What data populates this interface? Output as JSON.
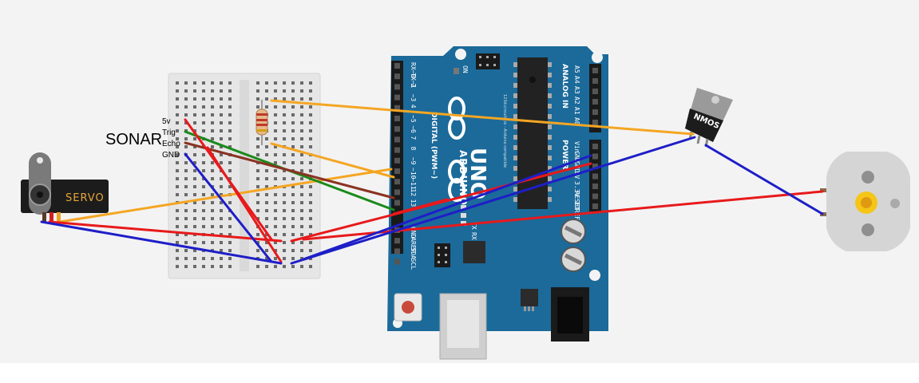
{
  "sonar": {
    "title": "SONAR",
    "pins": [
      "5v",
      "Trig",
      "Echo",
      "GND"
    ]
  },
  "servo": {
    "label": "SERVO"
  },
  "mosfet": {
    "label": "NMOS"
  },
  "arduino": {
    "model": "UNO",
    "brand": "ARDUINO",
    "site": "123d.circuits.io - Arduino compatible",
    "on_label": "ON",
    "digital_header": "DIGITAL (PWM~)",
    "digital_pins": [
      "RX─0",
      "TX─1",
      "2",
      "~3",
      "4",
      "~5",
      "~6",
      "7",
      "8",
      "~9",
      "~10",
      "~11",
      "12",
      "13",
      "GND",
      "AREF",
      "SDA",
      "SCL"
    ],
    "analog_header": "ANALOG IN",
    "analog_pins": [
      "A5",
      "A4",
      "A3",
      "A2",
      "A1",
      "A0"
    ],
    "power_header": "POWER",
    "power_pins": [
      "Vin",
      "GND",
      "GND",
      "5V",
      "3.3V",
      "RESET",
      "IOREF"
    ],
    "leds": [
      "TX",
      "RX"
    ]
  },
  "colors": {
    "wire_red": "#e8191b",
    "wire_blue": "#1e1ec8",
    "wire_green": "#1a8a1a",
    "wire_brown": "#8a3222",
    "wire_orange": "#f4a623",
    "arduino_blue": "#1b6a9a",
    "breadboard": "#e9e9e9",
    "background": "#f3f3f3"
  }
}
